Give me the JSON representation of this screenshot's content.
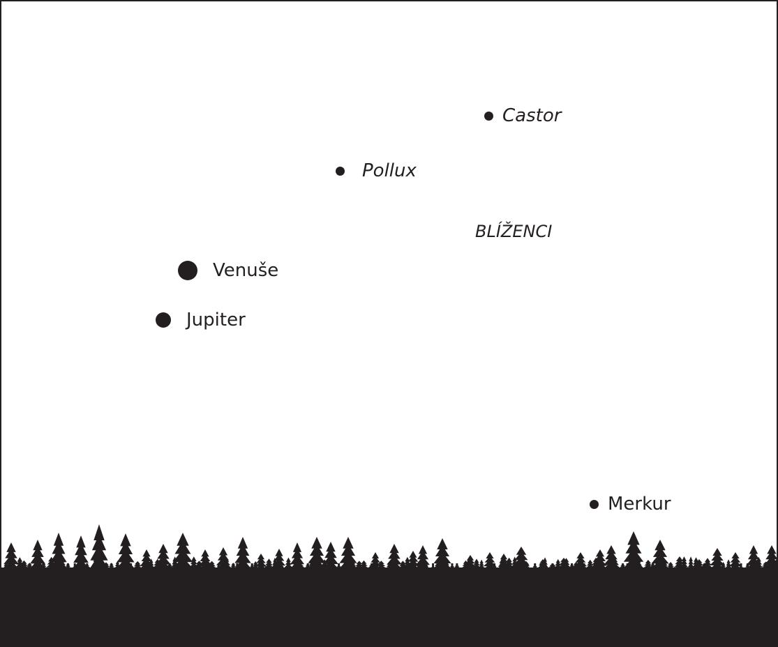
{
  "constellation": {
    "name": "BLÍŽENCI"
  },
  "objects": [
    {
      "id": "castor",
      "name": "Castor",
      "kind": "star",
      "icon": "star-dot-icon"
    },
    {
      "id": "pollux",
      "name": "Pollux",
      "kind": "star",
      "icon": "star-dot-icon"
    },
    {
      "id": "venuse",
      "name": "Venuše",
      "kind": "planet",
      "icon": "planet-dot-icon"
    },
    {
      "id": "jupiter",
      "name": "Jupiter",
      "kind": "planet",
      "icon": "planet-dot-icon"
    },
    {
      "id": "merkur",
      "name": "Merkur",
      "kind": "planet",
      "icon": "planet-dot-icon"
    }
  ],
  "horizon": {
    "icon": "forest-treeline-icon"
  },
  "colors": {
    "ink": "#231f20",
    "sky": "#ffffff"
  }
}
